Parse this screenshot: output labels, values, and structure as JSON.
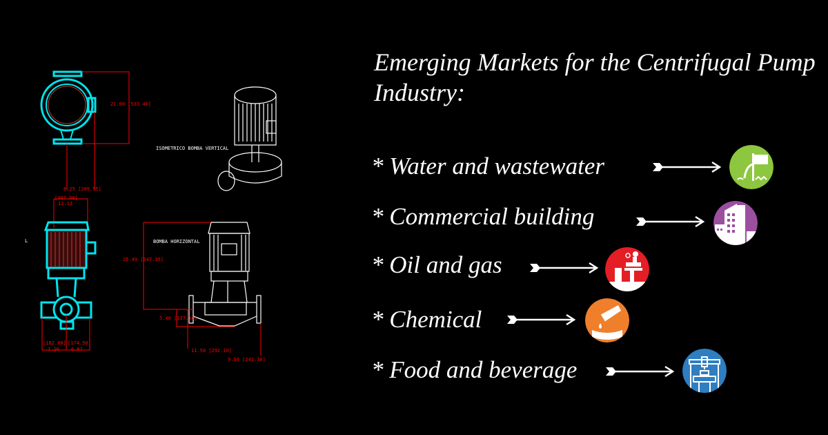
{
  "title": "Emerging Markets for the Centrifugal Pump Industry:",
  "markets": [
    {
      "label": "* Water and wastewater",
      "icon": "water-outflow-icon",
      "color": "#8dc63f"
    },
    {
      "label": "* Commercial building",
      "icon": "building-icon",
      "color": "#9b4f9f"
    },
    {
      "label": "* Oil and gas",
      "icon": "oil-refinery-icon",
      "color": "#e31e25"
    },
    {
      "label": "* Chemical",
      "icon": "test-tube-icon",
      "color": "#f07f2b"
    },
    {
      "label": "* Food and beverage",
      "icon": "food-machine-icon",
      "color": "#2f7ec1"
    }
  ],
  "drawing": {
    "label_isometric": "ISOMETRICO BOMBA VERTICAL",
    "label_horizontal": "BOMBA HORIZONTAL",
    "dim_height_top": "21.00 [533.40]",
    "dim_width_top": "8.25 [209.55]",
    "dim_motor_mm": "[307.98]",
    "dim_motor_in": "12.13",
    "dim_left_mm": "[182.88]",
    "dim_left_in": "7.20",
    "dim_right_mm": "[174.50]",
    "dim_right_in": "6.87",
    "dim_height_side": "25.49 [647.35]",
    "dim_base": "5.40 [137.16]",
    "dim_flange": "11.50 [292.10]",
    "dim_total": "9.50 [241.30]",
    "marker": "L"
  }
}
